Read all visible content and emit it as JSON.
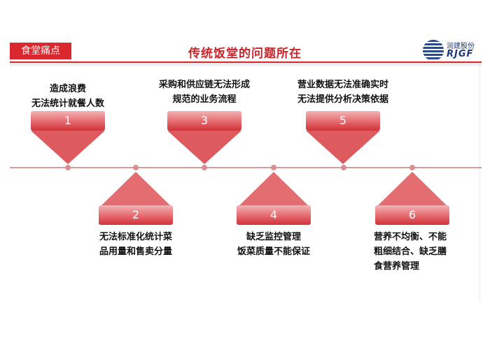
{
  "header": {
    "tag": "食堂痛点",
    "title": "传统饭堂的问题所在",
    "logo_name": "润建股份",
    "logo_code": "RJGF"
  },
  "items_top": [
    {
      "num": "1",
      "line1": "造成浪费",
      "line2": "无法统计就餐人数"
    },
    {
      "num": "3",
      "line1": "采购和供应链无法形成",
      "line2": "规范的业务流程"
    },
    {
      "num": "5",
      "line1": "营业数据无法准确实时",
      "line2": "无法提供分析决策依据"
    }
  ],
  "items_bottom": [
    {
      "num": "2",
      "line1": "无法标准化统计菜",
      "line2": "品用量和售卖分量"
    },
    {
      "num": "4",
      "line1": "缺乏监控管理",
      "line2": "饭菜质量不能保证"
    },
    {
      "num": "6",
      "line1": "营养不均衡、不能",
      "line2": "粗细结合、缺乏膳",
      "line3": "食营养管理"
    }
  ]
}
